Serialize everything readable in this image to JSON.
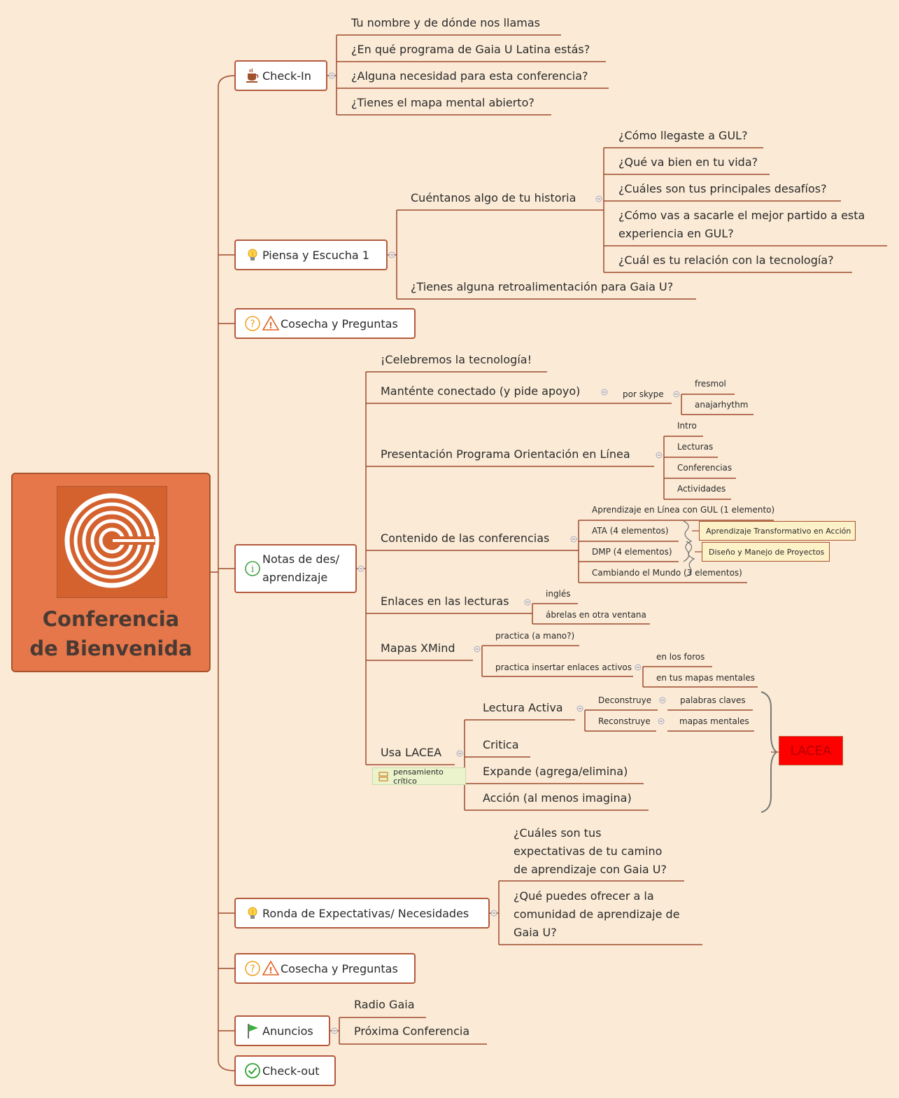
{
  "central": {
    "title_line1": "Conferencia",
    "title_line2": "de Bienvenida"
  },
  "checkin": {
    "label": "Check-In",
    "items": [
      "Tu nombre y de dónde nos llamas",
      "¿En qué programa de Gaia U Latina estás?",
      "¿Alguna necesidad para esta conferencia?",
      "¿Tienes el mapa mental abierto?"
    ]
  },
  "piensa": {
    "label": "Piensa y Escucha 1",
    "historia": "Cuéntanos algo de tu historia",
    "historia_items": [
      "¿Cómo llegaste a GUL?",
      "¿Qué va bien en tu vida?",
      "¿Cuáles son tus principales desafíos?",
      "¿Cómo vas a sacarle el mejor partido a esta",
      "experiencia en GUL?",
      "¿Cuál es tu relación con la tecnología?"
    ],
    "feedback": "¿Tienes alguna retroalimentación para Gaia U?"
  },
  "cosecha1": {
    "label": "Cosecha y Preguntas"
  },
  "notas": {
    "label_line1": "Notas de des/",
    "label_line2": "aprendizaje",
    "celebremos": "¡Celebremos la tecnología!",
    "conectado": "Manténte conectado (y pide apoyo)",
    "skype": "por skype",
    "skype_items": [
      "fresmol",
      "anajarhythm"
    ],
    "presentacion": "Presentación Programa Orientación en Línea",
    "presentacion_items": [
      "Intro",
      "Lecturas",
      "Conferencias",
      "Actividades"
    ],
    "contenido": "Contenido de las conferencias",
    "contenido_items": [
      "Aprendizaje en Línea con GUL (1 elemento)",
      "ATA (4 elementos)",
      "DMP (4 elementos)",
      "Cambiando el Mundo (3 elementos)"
    ],
    "ata_tag": "Aprendizaje Transformativo en Acción",
    "dmp_tag": "Diseño y Manejo de Proyectos",
    "enlaces": "Enlaces en las lecturas",
    "enlaces_items": [
      "inglés",
      "ábrelas en otra ventana"
    ],
    "mapas": "Mapas XMind",
    "mapas_items": [
      "practica (a mano?)",
      "practica insertar enlaces activos"
    ],
    "enlaces_activos_items": [
      "en los foros",
      "en tus mapas mentales"
    ],
    "lacea": "Usa LACEA",
    "lacea_note": "pensamiento crítico",
    "lectura": "Lectura Activa",
    "deconstruye": "Deconstruye",
    "palabras": "palabras claves",
    "reconstruye": "Reconstruye",
    "mapas_mentales": "mapas mentales",
    "critica": "Critica",
    "expande": "Expande (agrega/elimina)",
    "accion": "Acción (al menos imagina)",
    "lacea_box": "LACEA"
  },
  "ronda": {
    "label": "Ronda de Expectativas/ Necesidades",
    "q1": [
      "¿Cuáles son tus",
      "expectativas de tu camino",
      "de aprendizaje con Gaia U?"
    ],
    "q2": [
      "¿Qué puedes ofrecer a la",
      "comunidad de aprendizaje de",
      "Gaia U?"
    ]
  },
  "cosecha2": {
    "label": "Cosecha y Preguntas"
  },
  "anuncios": {
    "label": "Anuncios",
    "items": [
      "Radio Gaia",
      "Próxima Conferencia"
    ]
  },
  "checkout": {
    "label": "Check-out"
  },
  "colors": {
    "line": "#9e4a2f",
    "background": "#fbebd6",
    "central": "#e5774a",
    "lacea": "#ff0000"
  }
}
